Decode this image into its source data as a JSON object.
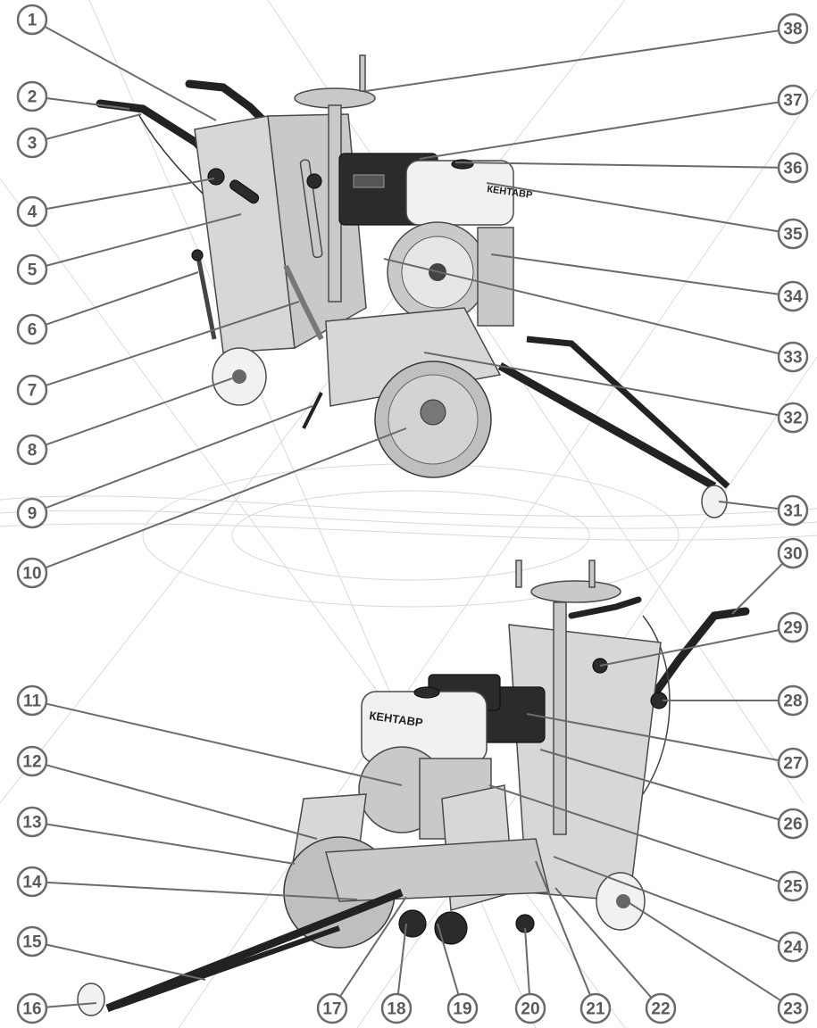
{
  "brand_label_top": "КЕНТАВР",
  "brand_label_bottom": "КЕНТАВР",
  "callouts": [
    {
      "n": "1"
    },
    {
      "n": "2"
    },
    {
      "n": "3"
    },
    {
      "n": "4"
    },
    {
      "n": "5"
    },
    {
      "n": "6"
    },
    {
      "n": "7"
    },
    {
      "n": "8"
    },
    {
      "n": "9"
    },
    {
      "n": "10"
    },
    {
      "n": "11"
    },
    {
      "n": "12"
    },
    {
      "n": "13"
    },
    {
      "n": "14"
    },
    {
      "n": "15"
    },
    {
      "n": "16"
    },
    {
      "n": "17"
    },
    {
      "n": "18"
    },
    {
      "n": "19"
    },
    {
      "n": "20"
    },
    {
      "n": "21"
    },
    {
      "n": "22"
    },
    {
      "n": "23"
    },
    {
      "n": "24"
    },
    {
      "n": "25"
    },
    {
      "n": "26"
    },
    {
      "n": "27"
    },
    {
      "n": "28"
    },
    {
      "n": "29"
    },
    {
      "n": "30"
    },
    {
      "n": "31"
    },
    {
      "n": "32"
    },
    {
      "n": "33"
    },
    {
      "n": "34"
    },
    {
      "n": "35"
    },
    {
      "n": "36"
    },
    {
      "n": "37"
    },
    {
      "n": "38"
    }
  ],
  "colors": {
    "callout_stroke": "#6b6b6b",
    "callout_text": "#5a5a5a",
    "machine_dark": "#2b2b2b",
    "machine_light": "#d7d7d7"
  }
}
